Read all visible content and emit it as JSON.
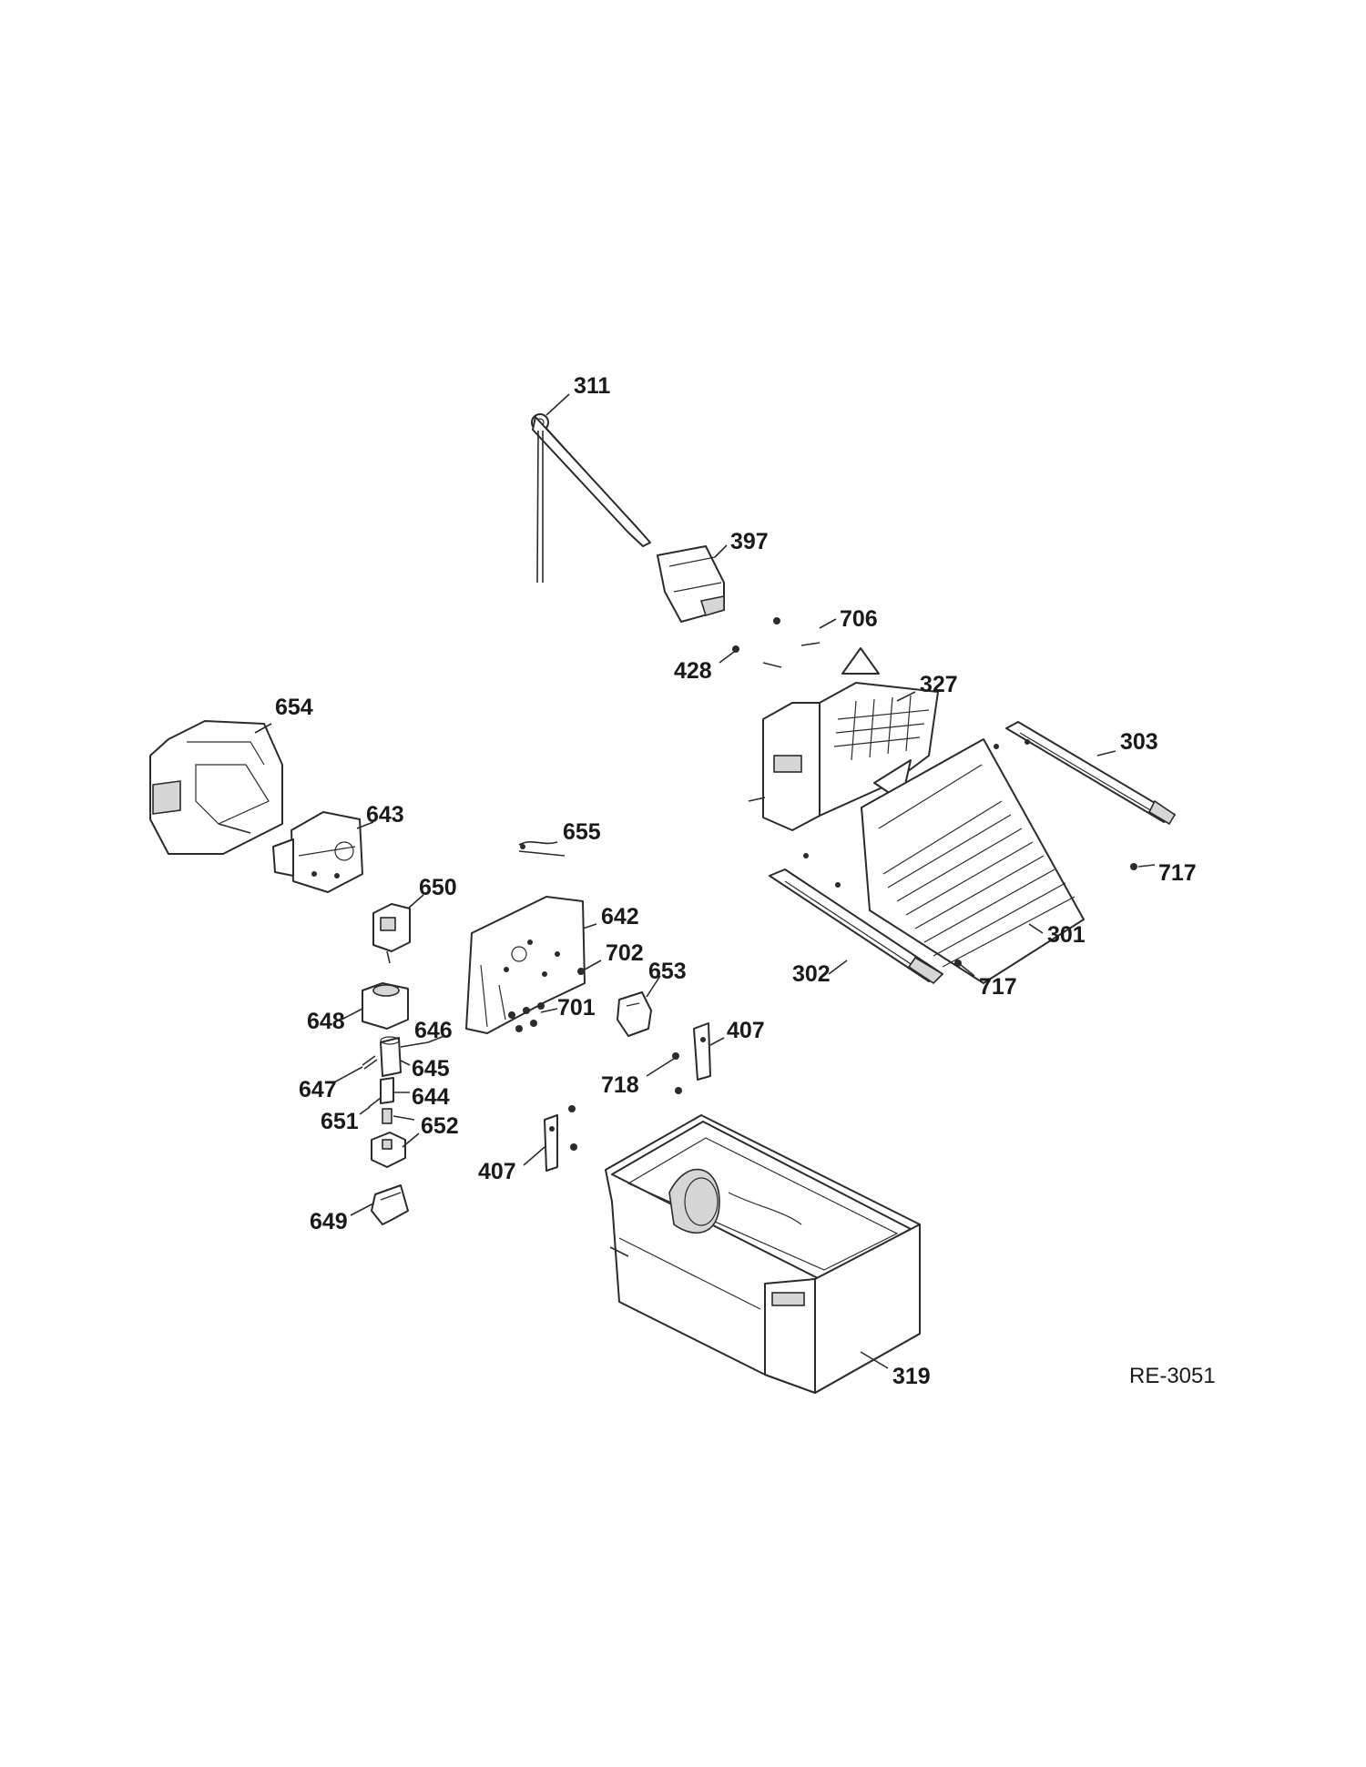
{
  "diagram": {
    "drawing_code": "RE-3051",
    "callouts": [
      "311",
      "397",
      "706",
      "428",
      "327",
      "654",
      "303",
      "643",
      "655",
      "717",
      "650",
      "642",
      "301",
      "702",
      "653",
      "302",
      "717",
      "648",
      "701",
      "646",
      "407",
      "645",
      "647",
      "718",
      "644",
      "651",
      "652",
      "407",
      "649",
      "319"
    ]
  }
}
